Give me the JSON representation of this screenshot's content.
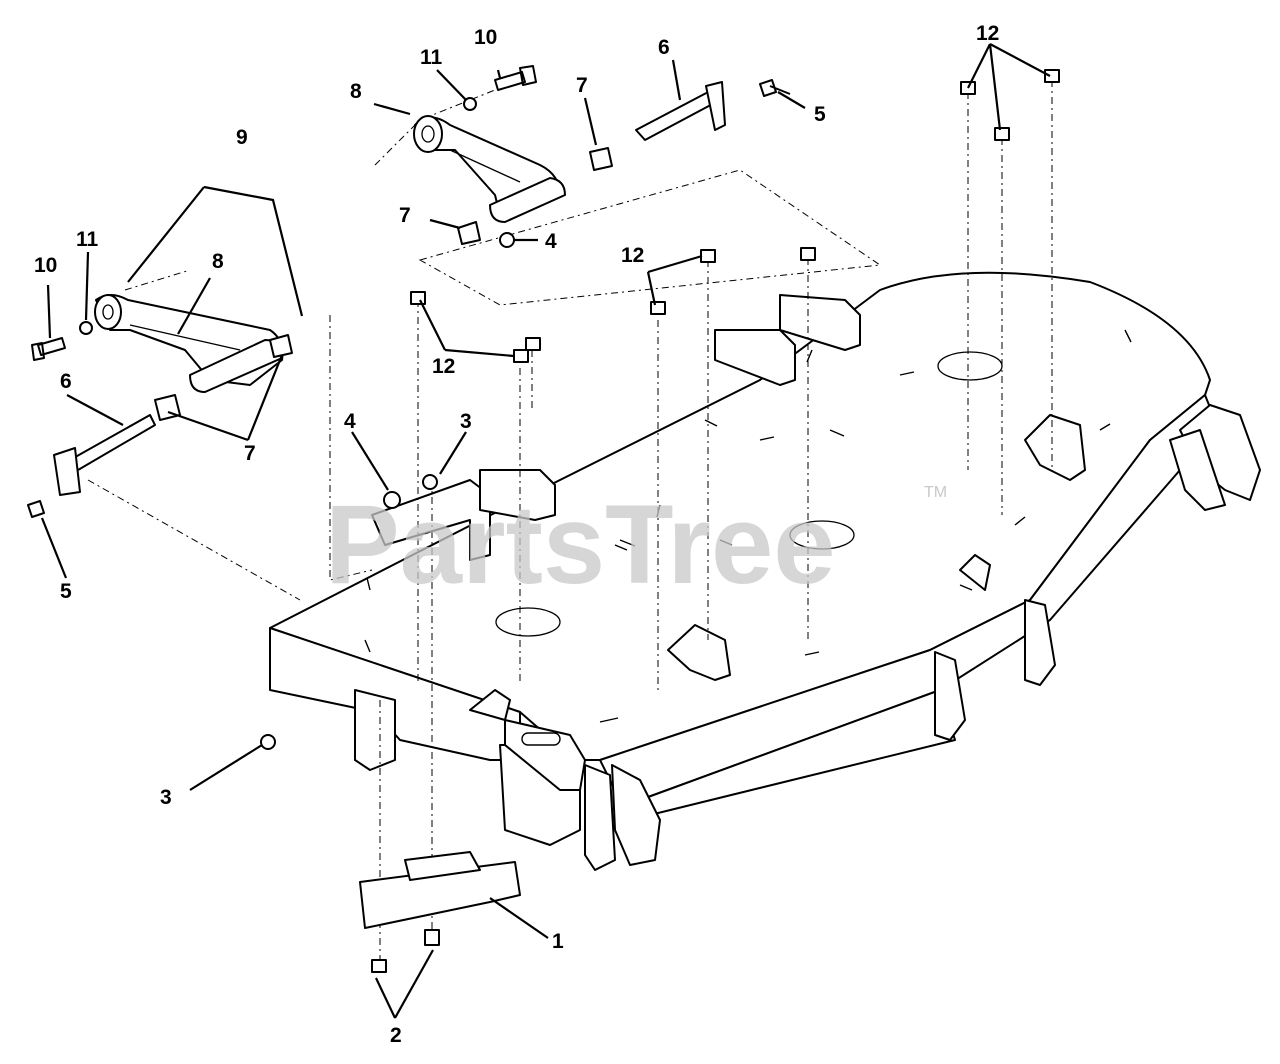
{
  "diagram": {
    "watermark": "PartsTree",
    "trademark": "TM",
    "callouts": [
      {
        "key": "c1",
        "label": "1"
      },
      {
        "key": "c2",
        "label": "2"
      },
      {
        "key": "c3a",
        "label": "3"
      },
      {
        "key": "c3b",
        "label": "3"
      },
      {
        "key": "c4a",
        "label": "4"
      },
      {
        "key": "c4b",
        "label": "4"
      },
      {
        "key": "c5a",
        "label": "5"
      },
      {
        "key": "c5b",
        "label": "5"
      },
      {
        "key": "c6a",
        "label": "6"
      },
      {
        "key": "c6b",
        "label": "6"
      },
      {
        "key": "c7a",
        "label": "7"
      },
      {
        "key": "c7b",
        "label": "7"
      },
      {
        "key": "c7c",
        "label": "7"
      },
      {
        "key": "c8a",
        "label": "8"
      },
      {
        "key": "c8b",
        "label": "8"
      },
      {
        "key": "c9",
        "label": "9"
      },
      {
        "key": "c10a",
        "label": "10"
      },
      {
        "key": "c10b",
        "label": "10"
      },
      {
        "key": "c11a",
        "label": "11"
      },
      {
        "key": "c11b",
        "label": "11"
      },
      {
        "key": "c12a",
        "label": "12"
      },
      {
        "key": "c12b",
        "label": "12"
      },
      {
        "key": "c12c",
        "label": "12"
      }
    ]
  }
}
